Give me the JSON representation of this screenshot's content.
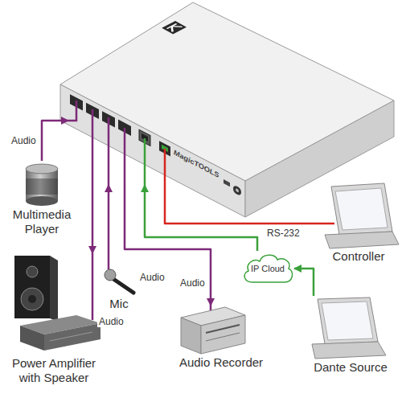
{
  "diagram": {
    "nodes": [
      {
        "text": [
          "MagicTOOLS"
        ]
      },
      {
        "text": [
          "Multimedia Player"
        ]
      },
      {
        "text": [
          "Mic"
        ]
      },
      {
        "text": [
          "Power Amplifier with Speaker"
        ]
      },
      {
        "text": [
          "IP Cloud"
        ]
      },
      {
        "text": [
          "Controller"
        ]
      },
      {
        "text": [
          "Audio Recorder"
        ]
      },
      {
        "text": [
          "Dante Source"
        ]
      }
    ],
    "edges": [
      {
        "from": 1,
        "to": 0,
        "arrow": "to",
        "label": "Audio"
      },
      {
        "from": 0,
        "to": 3,
        "arrow": "to",
        "label": "Audio"
      },
      {
        "from": 2,
        "to": 0,
        "arrow": "to",
        "label": "Audio"
      },
      {
        "from": 0,
        "to": 6,
        "arrow": "to",
        "label": "Audio"
      },
      {
        "from": 5,
        "to": 0,
        "arrow": "none",
        "label": "RS-232"
      },
      {
        "from": 7,
        "to": 4,
        "arrow": "to"
      },
      {
        "from": 4,
        "to": 0,
        "arrow": "to"
      }
    ]
  }
}
